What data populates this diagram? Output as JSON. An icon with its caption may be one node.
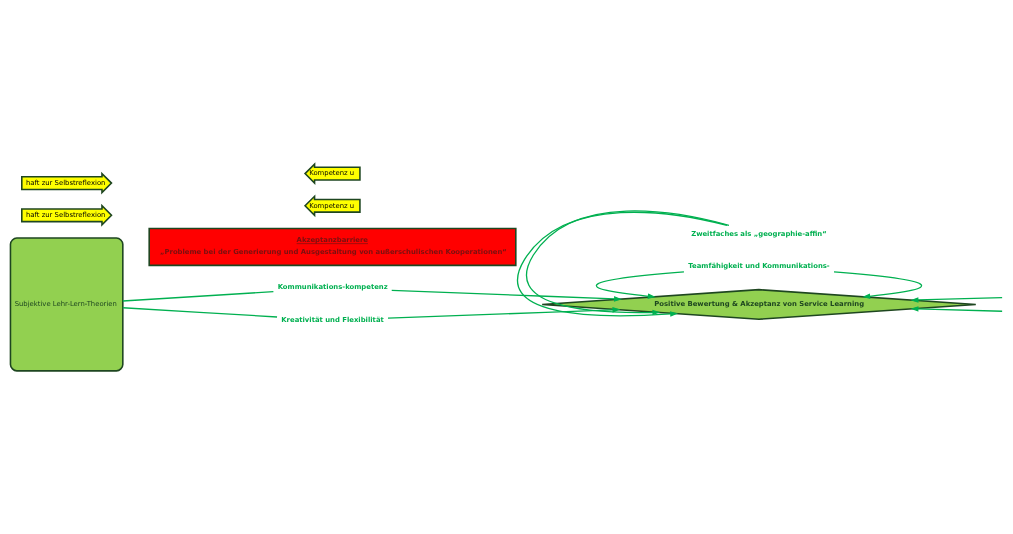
{
  "diagram": {
    "nodes": [
      {
        "text": [
          "Subjektive Lehr-Lern-Theorien"
        ]
      },
      {
        "text": [
          "Kommunikations-kompetenz"
        ]
      },
      {
        "text": [
          "Akzeptanzbarriere",
          "„Probleme bei der Generierung und Ausgestaltung von außerschulischen Kooperationen“"
        ]
      },
      {
        "text": [
          "Kreativität und Flexibilität"
        ]
      },
      {
        "text": [
          "haft zur Selbstreflexion"
        ]
      },
      {
        "text": [
          "Zweitfaches als „geographie-affin“"
        ]
      },
      {
        "text": [
          "Positive Bewertung & Akzeptanz von Service Learning"
        ]
      },
      {
        "text": [
          "Kompetenz u"
        ]
      },
      {
        "text": [
          "haft zur Selbstreflexion"
        ]
      },
      {
        "text": [
          "Teamfähigkeit und Kommunikations-"
        ]
      },
      {
        "text": [
          "Kompetenz u"
        ]
      }
    ],
    "edges": [
      {
        "from": 0,
        "to": 1,
        "arrow": "none"
      },
      {
        "from": 0,
        "to": 3,
        "arrow": "none"
      },
      {
        "from": 1,
        "to": 6,
        "arrow": "to"
      },
      {
        "from": 3,
        "to": 6,
        "arrow": "to"
      },
      {
        "from": 5,
        "to": 6,
        "arrow": "to"
      },
      {
        "from": 5,
        "to": 6,
        "arrow": "to"
      },
      {
        "from": 9,
        "to": 6,
        "arrow": "to"
      },
      {
        "from": 9,
        "to": 6,
        "arrow": "to"
      },
      {
        "from": null,
        "to": 6,
        "arrow": "to"
      },
      {
        "from": null,
        "to": 6,
        "arrow": "to"
      }
    ]
  }
}
